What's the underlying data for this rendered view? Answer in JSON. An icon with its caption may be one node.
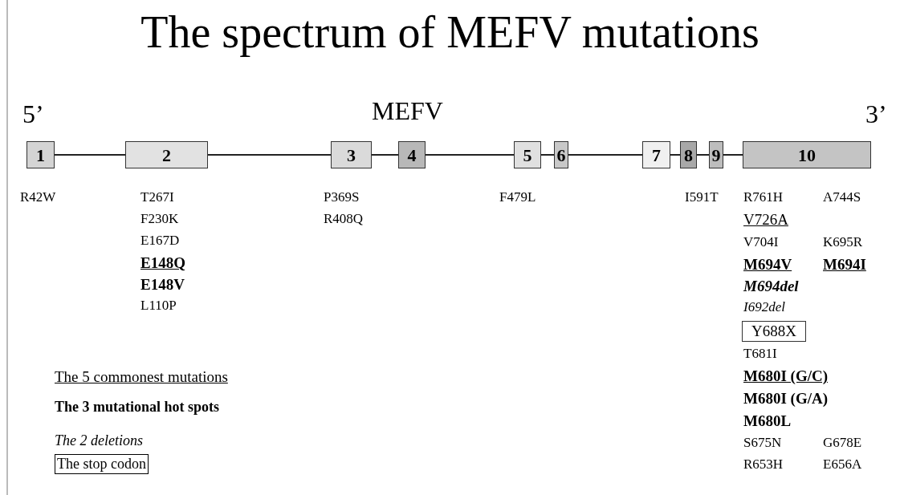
{
  "diagram": {
    "title": "The spectrum of MEFV mutations",
    "nodes": [
      {
        "text": [
          "1"
        ]
      },
      {
        "text": [
          "2"
        ]
      },
      {
        "text": [
          "3"
        ]
      },
      {
        "text": [
          "4"
        ]
      },
      {
        "text": [
          "5"
        ]
      },
      {
        "text": [
          "6"
        ]
      },
      {
        "text": [
          "7"
        ]
      },
      {
        "text": [
          "8"
        ]
      },
      {
        "text": [
          "9"
        ]
      },
      {
        "text": [
          "10"
        ]
      },
      {
        "text": [
          "Y688X"
        ]
      }
    ],
    "edges": [
      {
        "from": 0,
        "to": 1,
        "arrow": "none"
      },
      {
        "from": 1,
        "to": 2,
        "arrow": "none"
      },
      {
        "from": 2,
        "to": 3,
        "arrow": "none"
      },
      {
        "from": 3,
        "to": 4,
        "arrow": "none"
      },
      {
        "from": 4,
        "to": 5,
        "arrow": "none"
      },
      {
        "from": 5,
        "to": 6,
        "arrow": "none"
      },
      {
        "from": 6,
        "to": 7,
        "arrow": "none"
      },
      {
        "from": 7,
        "to": 8,
        "arrow": "none"
      },
      {
        "from": 8,
        "to": 9,
        "arrow": "none"
      }
    ],
    "labels": [
      "5’",
      "MEFV",
      "3’",
      "R42W",
      "T267I",
      "F230K",
      "E167D",
      "E148Q",
      "E148V",
      "L110P",
      "P369S",
      "R408Q",
      "F479L",
      "I591T",
      "R761H",
      "V726A",
      "V704I",
      "M694V",
      "M694del",
      "I692del",
      "T681I",
      "M680I (G/C)",
      "M680I (G/A)",
      "M680L",
      "S675N",
      "R653H",
      "A744S",
      "K695R",
      "M694I",
      "G678E",
      "E656A"
    ],
    "legend": [
      {
        "text": "The 5 commonest mutations"
      },
      {
        "text": "The 3 mutational hot spots"
      },
      {
        "text": "The 2 deletions"
      },
      {
        "text": "The stop codon"
      }
    ]
  }
}
